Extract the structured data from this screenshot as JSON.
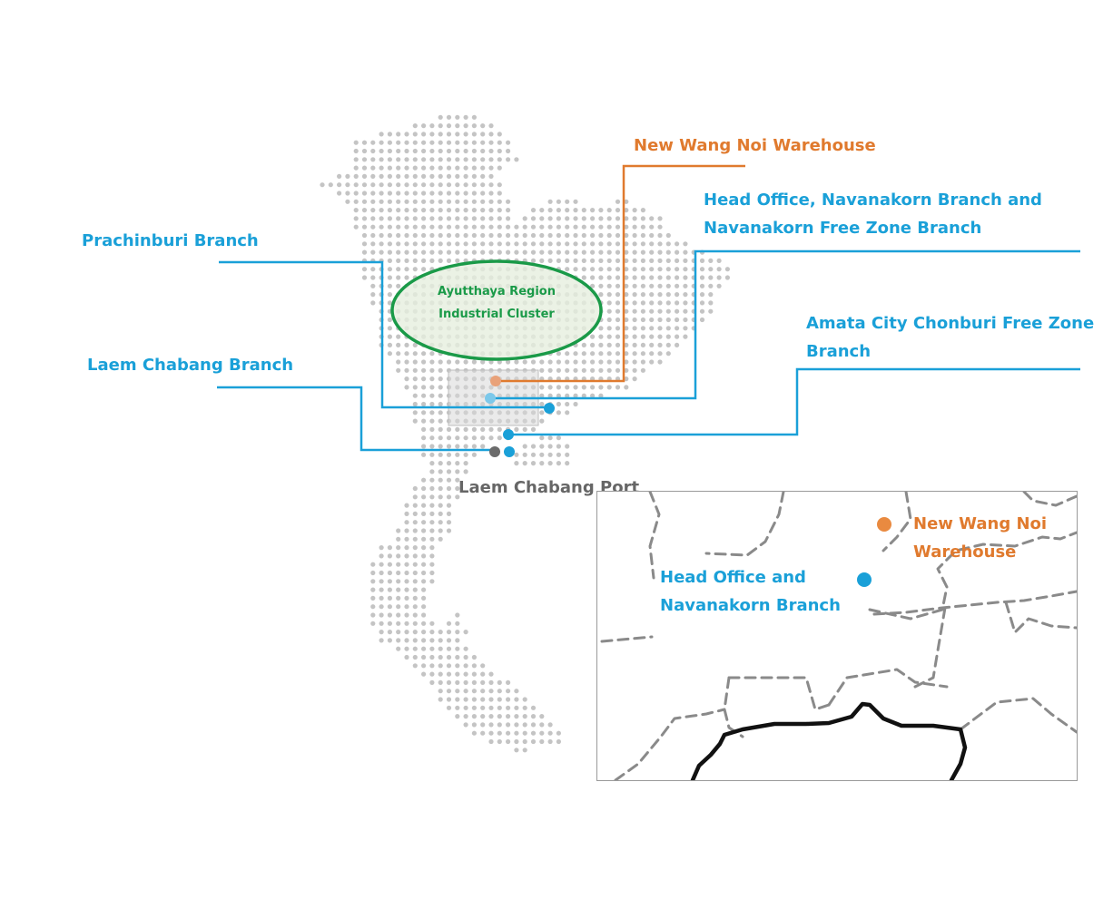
{
  "colors": {
    "blue": "#1aa0d8",
    "orange": "#e07a2e",
    "green": "#1a9a48",
    "grey_dot": "#6b6b6b",
    "map_dots": "#c4c4c4"
  },
  "labels": {
    "new_wang_noi": "New Wang Noi Warehouse",
    "head_office_line1": "Head Office, Navanakorn Branch and",
    "head_office_line2": "Navanakorn Free Zone Branch",
    "prachinburi": "Prachinburi Branch",
    "amata_line1": "Amata City Chonburi Free Zone",
    "amata_line2": "Branch",
    "laem_chabang_branch": "Laem Chabang Branch",
    "laem_chabang_port": "Laem Chabang Port"
  },
  "cluster": {
    "line1": "Ayutthaya Region",
    "line2": "Industrial Cluster"
  },
  "inset": {
    "warehouse_line1": "New Wang Noi",
    "warehouse_line2": "Warehouse",
    "office_line1": "Head Office and",
    "office_line2": "Navanakorn Branch"
  }
}
